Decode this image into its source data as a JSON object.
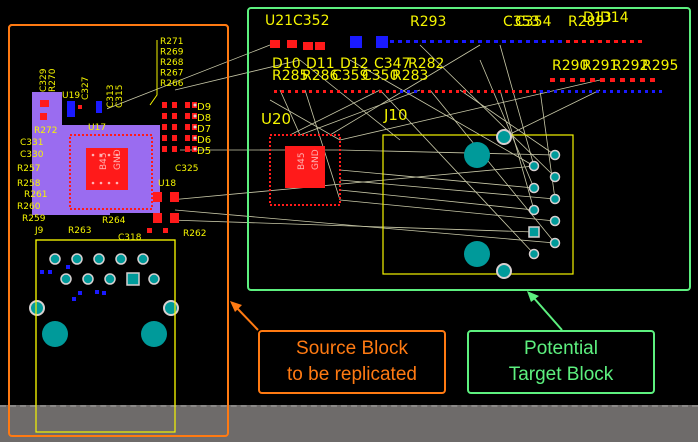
{
  "colors": {
    "background": "#000000",
    "source_outline": "#ff7a12",
    "target_outline": "#5df07f",
    "silkscreen": "#f5f500",
    "top_copper": "#ff1a1a",
    "bottom_copper": "#1a1aff",
    "plane": "#9a6cf0",
    "pad_via": "#009a9a",
    "ratsnest": "#c9c9a8",
    "board_edge_area": "#6e6b6a"
  },
  "callouts": {
    "source": {
      "line1": "Source Block",
      "line2": "to be replicated"
    },
    "target": {
      "line1": "Potential",
      "line2": "Target Block"
    }
  },
  "source_block": {
    "labels_right_column": [
      "R271",
      "R269",
      "R268",
      "R267",
      "R266"
    ],
    "labels_leds": [
      "D9",
      "D8",
      "D7",
      "D6",
      "D5"
    ],
    "labels_left": [
      "C329",
      "R270",
      "U19",
      "C327",
      "C313",
      "C315",
      "R272",
      "C331",
      "C330",
      "R257",
      "R258",
      "R261",
      "R260",
      "R259",
      "J9",
      "R263",
      "R264",
      "C318",
      "U17",
      "C325",
      "U18",
      "R262"
    ],
    "ic_pad_label": [
      "B45",
      "GND"
    ]
  },
  "target_block": {
    "top_labels": [
      "U21",
      "C352",
      "R293",
      "C353",
      "C354",
      "R289",
      "D13",
      "D14"
    ],
    "row2_labels": [
      "D10",
      "D11",
      "D12",
      "C347",
      "R282"
    ],
    "row3_labels": [
      "R285",
      "R286",
      "C359",
      "C350",
      "R283",
      "R290",
      "R291",
      "R292",
      "R295"
    ],
    "ic_label": "U20",
    "connector_label": "J10",
    "ic_pad_label": [
      "B45",
      "GND"
    ]
  }
}
